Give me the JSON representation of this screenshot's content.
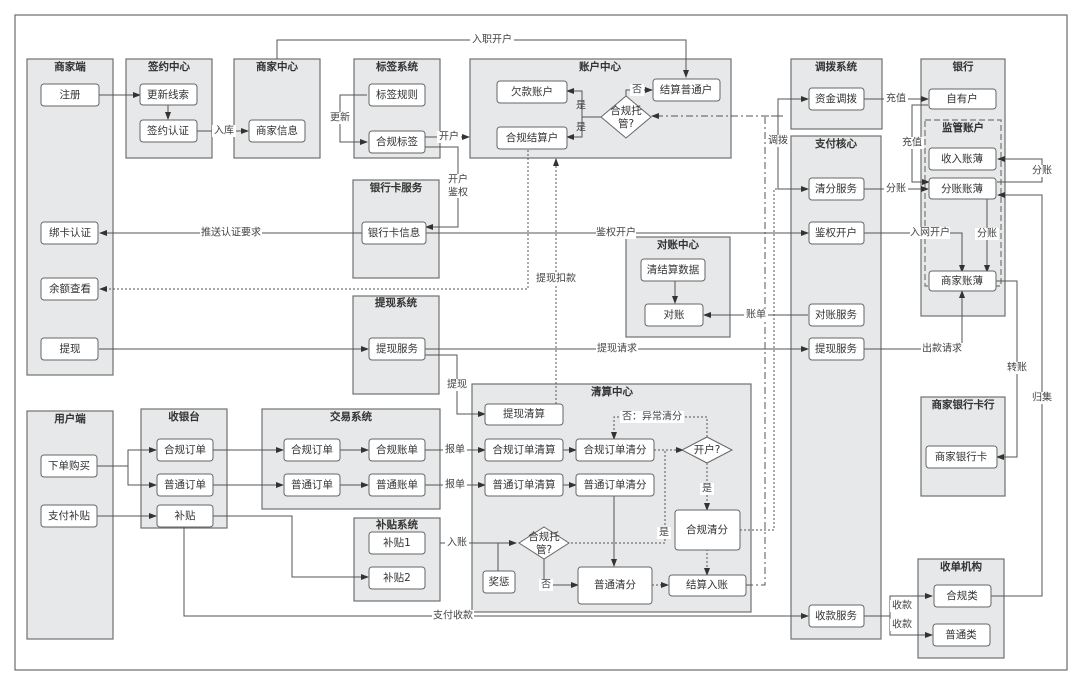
{
  "diagram": {
    "groups": {
      "merchant_client": "商家端",
      "signing_center": "签约中心",
      "merchant_center": "商家中心",
      "tag_system": "标签系统",
      "account_center": "账户中心",
      "allocation_system": "调拨系统",
      "bank": "银行",
      "supervised_account": "监管账户",
      "bankcard_service": "银行卡服务",
      "payment_core": "支付核心",
      "reconciliation_center": "对账中心",
      "withdraw_system": "提现系统",
      "merchant_bank": "商家银行卡行",
      "user_client": "用户端",
      "cashier": "收银台",
      "trade_system": "交易系统",
      "subsidy_system": "补贴系统",
      "clearing_center": "清算中心",
      "acquirer": "收单机构"
    },
    "nodes": {
      "register": "注册",
      "update_leads": "更新线索",
      "sign_auth": "签约认证",
      "merchant_info": "商家信息",
      "tag_rules": "标签规则",
      "compliance_tag": "合规标签",
      "debt_account": "欠款账户",
      "compliance_settle_account": "合规结算户",
      "normal_settle_account": "结算普通户",
      "fund_allocation": "资金调拨",
      "own_account": "自有户",
      "income_ledger": "收入账薄",
      "split_ledger": "分账账薄",
      "merchant_ledger": "商家账薄",
      "bind_card": "绑卡认证",
      "balance_view": "余额查看",
      "withdraw": "提现",
      "bankcard_info": "银行卡信息",
      "clearing_service": "清分服务",
      "auth_open": "鉴权开户",
      "recon_service": "对账服务",
      "withdraw_service_core": "提现服务",
      "collect_service": "收款服务",
      "clear_settle_data": "清结算数据",
      "reconcile": "对账",
      "withdraw_service": "提现服务",
      "merchant_bankcard": "商家银行卡",
      "place_order": "下单购买",
      "pay_subsidy": "支付补贴",
      "cashier_compliance_order": "合规订单",
      "cashier_normal_order": "普通订单",
      "cashier_subsidy": "补贴",
      "trade_compliance_order": "合规订单",
      "trade_compliance_bill": "合规账单",
      "trade_normal_order": "普通订单",
      "trade_normal_bill": "普通账单",
      "subsidy1": "补贴1",
      "subsidy2": "补贴2",
      "withdraw_clearing": "提现清算",
      "compliance_order_clearing": "合规订单清算",
      "compliance_order_split": "合规订单清分",
      "normal_order_clearing": "普通订单清算",
      "normal_order_split": "普通订单清分",
      "compliance_split": "合规清分",
      "reward_penalty": "奖惩",
      "normal_split": "普通清分",
      "settle_entry": "结算入账",
      "compliance_type": "合规类",
      "normal_type": "普通类"
    },
    "decisions": {
      "compliance_custody_top_l1": "合规托",
      "compliance_custody_top_l2": "管?",
      "open_account": "开户?",
      "compliance_custody_bottom_l1": "合规托",
      "compliance_custody_bottom_l2": "管?"
    },
    "edge_labels": {
      "onboard_open": "入职开户",
      "storage": "入库",
      "update": "更新",
      "open": "开户",
      "open_auth_l1": "开户",
      "open_auth_l2": "鉴权",
      "yes1": "是",
      "yes2": "是",
      "no": "否",
      "recharge1": "充值",
      "recharge2": "充值",
      "allocate": "调拨",
      "split1": "分账",
      "split2": "分账",
      "split3": "分账",
      "push_auth": "推送认证要求",
      "auth_open": "鉴权开户",
      "network_open": "入网开户",
      "withdraw_deduct": "提现扣款",
      "bill": "账单",
      "withdraw_request": "提现请求",
      "payout_request": "出款请求",
      "transfer": "转账",
      "collect": "归集",
      "withdraw": "提现",
      "no_abnormal": "否：异常清分",
      "report1": "报单",
      "report2": "报单",
      "entry": "入账",
      "yes3": "是",
      "yes4": "是",
      "no2": "否",
      "pay_collect": "支付收款",
      "receive1": "收款",
      "receive2": "收款"
    }
  }
}
